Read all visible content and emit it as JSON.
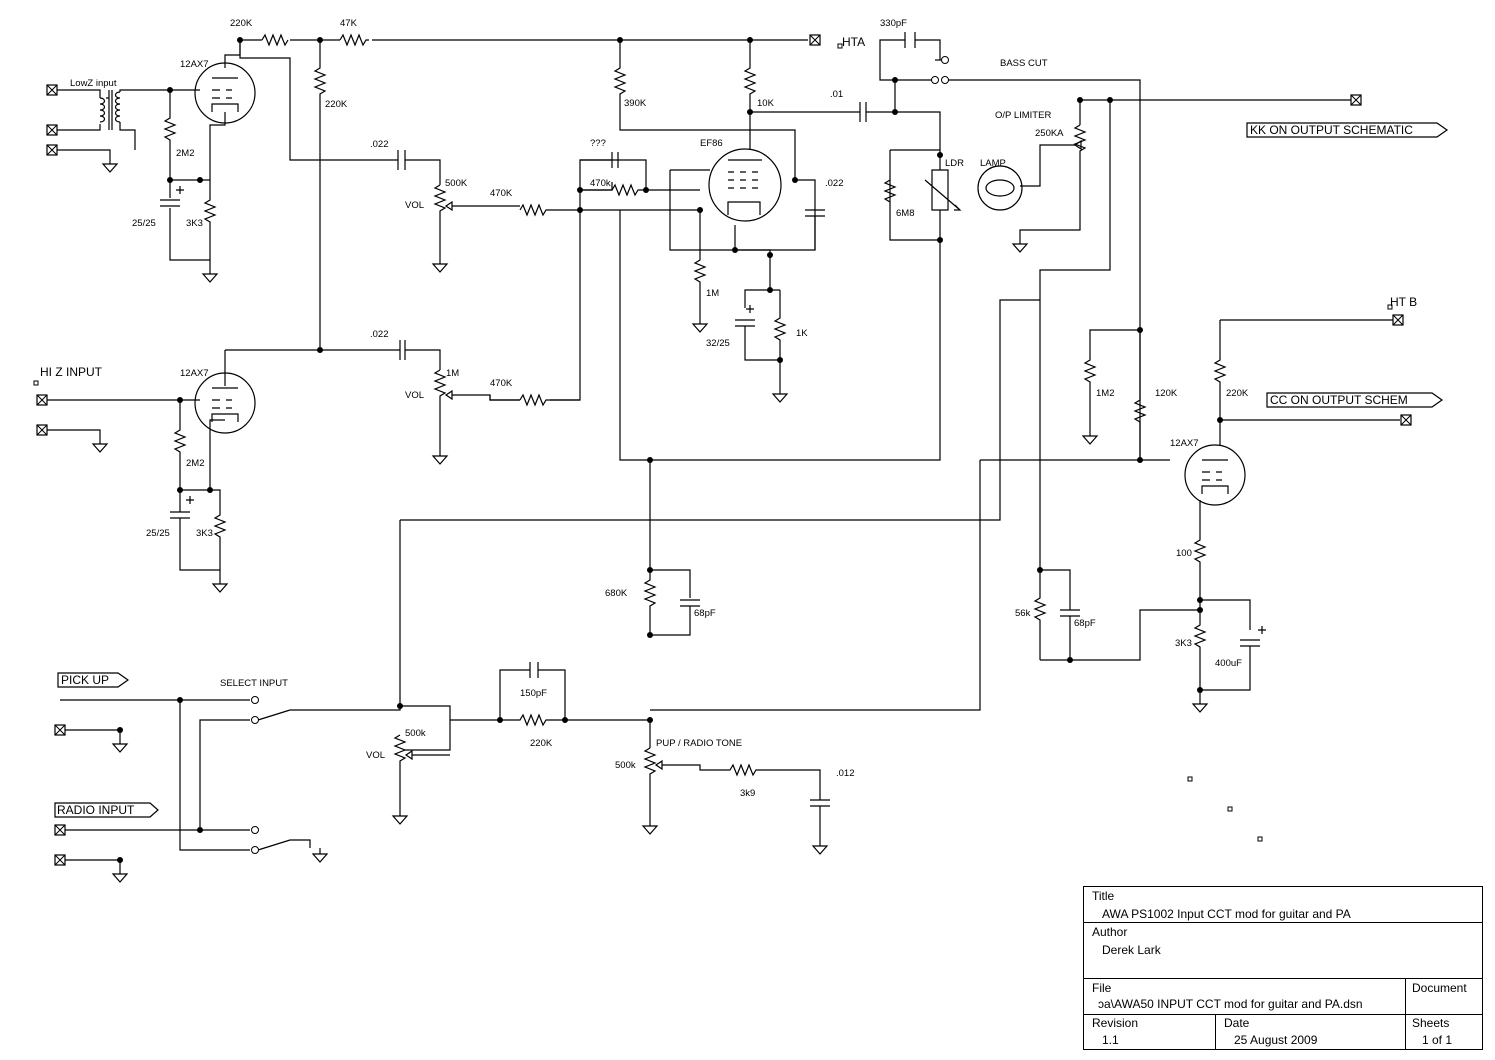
{
  "labels": {
    "v220k_top": "220K",
    "v47k": "47K",
    "hta": "HTA",
    "v330pf": "330pF",
    "bass_cut": "BASS CUT",
    "tube_12ax7_a": "12AX7",
    "lowz_input": "LowZ input",
    "v220k_mid": "220K",
    "v2m2_a": "2M2",
    "cap25_a": "25/25",
    "v3k3_a": "3K3",
    "v022_a": ".022",
    "v500k_a": "500K",
    "vol_a": "VOL",
    "v470k_a": "470K",
    "v390k": "390K",
    "v10k": "10K",
    "v01": ".01",
    "ef86": "EF86",
    "qqq": "???",
    "v470k_fb": "470k",
    "v022_b": ".022",
    "ldr": "LDR",
    "v6m8": "6M8",
    "op_limiter": "O/P LIMITER",
    "v250ka": "250KA",
    "lamp": "LAMP",
    "kk_output": "KK ON OUTPUT SCHEMATIC",
    "v1m_a": "1M",
    "v32_25": "32/25",
    "v1k": "1K",
    "hiz_input": "HI Z INPUT",
    "tube_12ax7_b": "12AX7",
    "v022_c": ".022",
    "v1m_b": "1M",
    "vol_b": "VOL",
    "v470k_b": "470K",
    "v2m2_b": "2M2",
    "cap25_b": "25/25",
    "v3k3_b": "3K3",
    "ht_b": "HT B",
    "v1m2": "1M2",
    "v120k": "120K",
    "v220k_r": "220K",
    "cc_output": "CC ON OUTPUT SCHEM",
    "tube_12ax7_c": "12AX7",
    "v100": "100",
    "v680k": "680K",
    "v68pf_a": "68pF",
    "v56k": "56k",
    "v68pf_b": "68pF",
    "v3k3_c": "3K3",
    "v400uf": "400uF",
    "pick_up": "PICK UP",
    "select_input": "SELECT INPUT",
    "v150pf": "150pF",
    "v500k_b": "500k",
    "vol_c": "VOL",
    "v220k_tone": "220K",
    "pup_radio_tone": "PUP / RADIO TONE",
    "v500k_c": "500k",
    "v3k9": "3k9",
    "v012": ".012",
    "radio_input": "RADIO INPUT"
  },
  "title_block": {
    "title_label": "Title",
    "title_value": "AWA PS1002 Input CCT mod for guitar and PA",
    "author_label": "Author",
    "author_value": "Derek Lark",
    "file_label": "File",
    "file_value": "ɔa\\AWA50 INPUT CCT mod for guitar and PA.dsn",
    "document_label": "Document",
    "revision_label": "Revision",
    "revision_value": "1.1",
    "date_label": "Date",
    "date_value": "25 August 2009",
    "sheets_label": "Sheets",
    "sheets_value": "1 of 1"
  }
}
